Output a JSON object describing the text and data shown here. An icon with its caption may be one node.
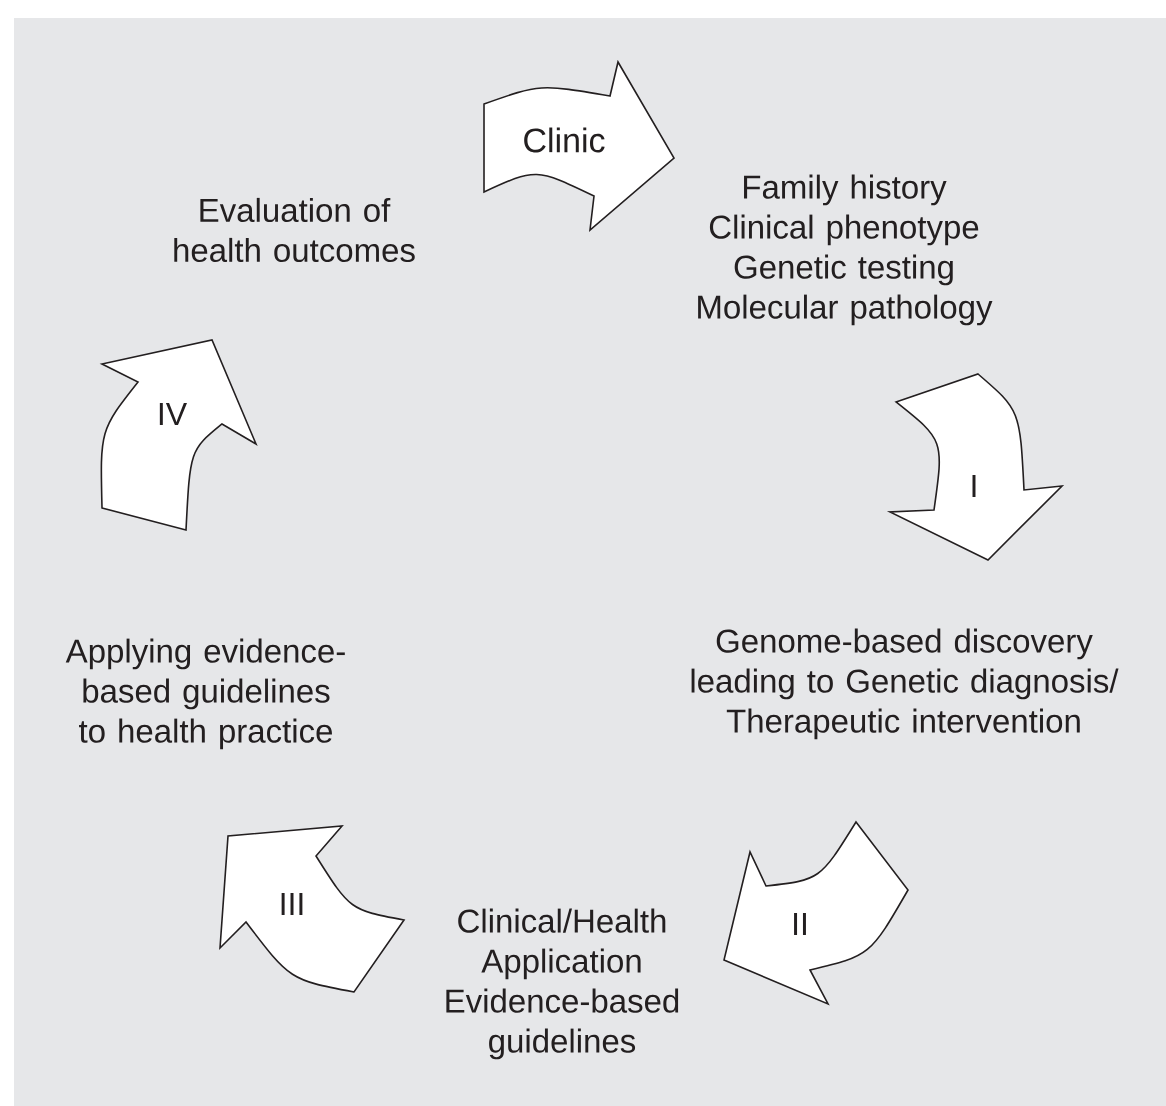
{
  "diagram": {
    "nodes": [
      {
        "text": [
          "Clinic"
        ]
      },
      {
        "text": [
          "Evaluation of health outcomes"
        ]
      },
      {
        "text": [
          "Family history Clinical phenotype Genetic testing Molecular pathology"
        ]
      },
      {
        "text": [
          "IV"
        ]
      },
      {
        "text": [
          "I"
        ]
      },
      {
        "text": [
          "Applying evidence-based guidelines to health practice"
        ]
      },
      {
        "text": [
          "Genome-based discovery leading to Genetic diagnosis/ Therapeutic intervention"
        ]
      },
      {
        "text": [
          "III"
        ]
      },
      {
        "text": [
          "II"
        ]
      },
      {
        "text": [
          "Clinical/Health Application Evidence-based guidelines"
        ]
      }
    ]
  }
}
